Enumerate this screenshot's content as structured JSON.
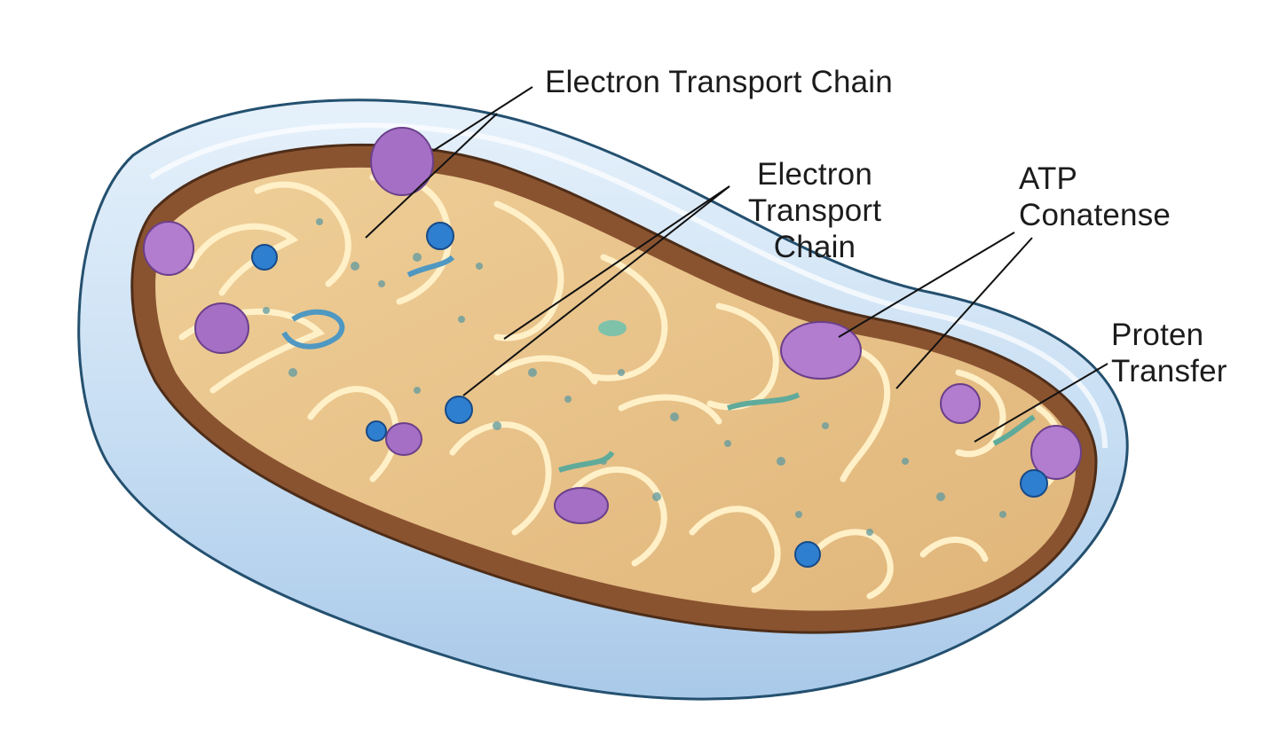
{
  "labels": {
    "etc_top": [
      "Electron Transport Chain"
    ],
    "etc_middle": [
      "Electron",
      "Transport",
      "Chain"
    ],
    "atp": [
      "ATP",
      "Conatense"
    ],
    "proton": [
      "Proten",
      "Transfer"
    ]
  },
  "colors": {
    "outer_membrane": "#c9dff3",
    "outer_membrane_edge": "#24506f",
    "intermembrane_space": "#8a5330",
    "matrix": "#e7c086",
    "cristae_membrane": "#fff0c8",
    "protein_blue": "#2f7fd0",
    "protein_purple": "#a46fc4",
    "protein_teal": "#5faa9a"
  }
}
